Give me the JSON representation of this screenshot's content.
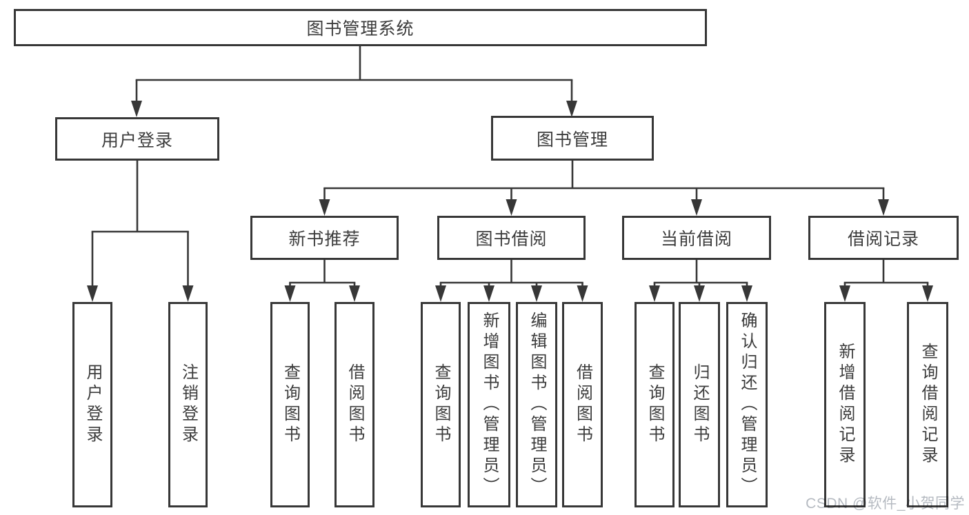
{
  "root": {
    "label": "图书管理系统"
  },
  "level1": [
    {
      "label": "用户登录"
    },
    {
      "label": "图书管理"
    }
  ],
  "level2": [
    {
      "label": "新书推荐",
      "parent": "图书管理"
    },
    {
      "label": "图书借阅",
      "parent": "图书管理"
    },
    {
      "label": "当前借阅",
      "parent": "图书管理"
    },
    {
      "label": "借阅记录",
      "parent": "图书管理"
    }
  ],
  "leaves": [
    {
      "label": "用户登录",
      "parent": "用户登录"
    },
    {
      "label": "注销登录",
      "parent": "用户登录"
    },
    {
      "label": "查询图书",
      "parent": "新书推荐"
    },
    {
      "label": "借阅图书",
      "parent": "新书推荐"
    },
    {
      "label": "查询图书",
      "parent": "图书借阅"
    },
    {
      "label": "新增图书（管理员）",
      "parent": "图书借阅"
    },
    {
      "label": "编辑图书（管理员）",
      "parent": "图书借阅"
    },
    {
      "label": "借阅图书",
      "parent": "图书借阅"
    },
    {
      "label": "查询图书",
      "parent": "当前借阅"
    },
    {
      "label": "归还图书",
      "parent": "当前借阅"
    },
    {
      "label": "确认归还（管理员）",
      "parent": "当前借阅"
    },
    {
      "label": "新增借阅记录",
      "parent": "借阅记录"
    },
    {
      "label": "查询借阅记录",
      "parent": "借阅记录"
    }
  ],
  "watermark": {
    "text": "CSDN @软件_小贺同学"
  },
  "colors": {
    "line": "#373737",
    "box_border": "#373737",
    "box_background": "#ffffff",
    "text": "#3c3c3c",
    "watermark": "#b5bac1"
  }
}
